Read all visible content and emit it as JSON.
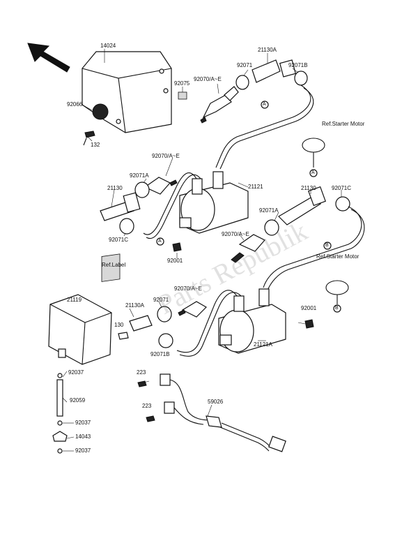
{
  "watermark": "Parts Republik",
  "callouts": {
    "c14024": "14024",
    "c92066": "92066",
    "c132": "132",
    "c92075": "92075",
    "c92070_top": "92070/A~E",
    "c92071_top": "92071",
    "c21130a_top": "21130A",
    "c92071b_top": "92071B",
    "ref_starter_1": "Ref.Starter Motor",
    "c92070_mid": "92070/A~E",
    "c92071a_left": "92071A",
    "c21130_left": "21130",
    "c21121": "21121",
    "c92071c_left": "92071C",
    "c92001_left": "92001",
    "c21130_right": "21130",
    "c92071c_right": "92071C",
    "c92071a_right": "92071A",
    "c92070_right": "92070/A~E",
    "ref_starter_2": "Ref.Starter Motor",
    "ref_label": "Ref.Label",
    "c21119": "21119",
    "c92070_low": "92070/A~E",
    "c92071_low": "92071",
    "c21130a_low": "21130A",
    "c130": "130",
    "c92001_right": "92001",
    "c21121a": "21121A",
    "c92071b_low": "92071B",
    "c92037_a": "92037",
    "c223_a": "223",
    "c92059": "92059",
    "c223_b": "223",
    "c59026": "59026",
    "c92037_b": "92037",
    "c14043": "14043",
    "c92037_c": "92037",
    "marker_a": "A",
    "marker_b": "B"
  }
}
